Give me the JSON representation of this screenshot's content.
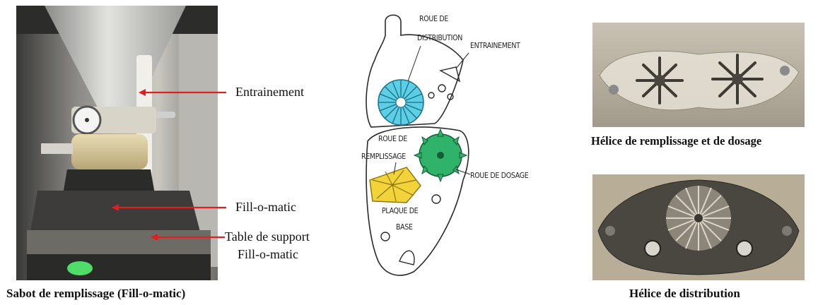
{
  "left_photo": {
    "annotations": [
      "Entrainement",
      "Fill-o-matic",
      "Table de support",
      "Fill-o-matic"
    ],
    "caption": "Sabot de remplissage (Fill-o-matic)",
    "arrow_color": "#e02020"
  },
  "diagram": {
    "labels": [
      "ROUE DE",
      "DISTRIBUTION",
      "ENTRAINEMENT",
      "ROUE DE",
      "REMPLISSAGE",
      "ROUE DE DOSAGE",
      "PLAQUE DE",
      "BASE"
    ],
    "colors": {
      "distribution": "#5ccfe6",
      "dosage": "#2fb36b",
      "remplissage": "#f2d43a"
    }
  },
  "right_top": {
    "caption": "Hélice de remplissage et de dosage"
  },
  "right_bottom": {
    "caption": "Hélice de distribution"
  }
}
